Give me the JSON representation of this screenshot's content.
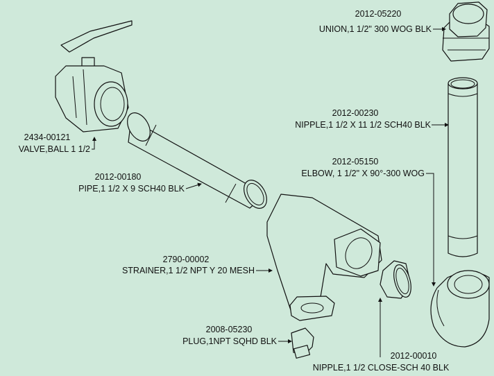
{
  "parts": [
    {
      "number": "2012-05220",
      "description": "UNION,1 1/2\" 300 WOG BLK"
    },
    {
      "number": "2012-00230",
      "description": "NIPPLE,1 1/2 X 11 1/2 SCH40 BLK"
    },
    {
      "number": "2012-05150",
      "description": "ELBOW, 1 1/2\" X 90°-300 WOG"
    },
    {
      "number": "2434-00121",
      "description": "VALVE,BALL 1 1/2"
    },
    {
      "number": "2012-00180",
      "description": "PIPE,1 1/2 X 9 SCH40 BLK"
    },
    {
      "number": "2790-00002",
      "description": "STRAINER,1 1/2 NPT Y  20 MESH"
    },
    {
      "number": "2008-05230",
      "description": "PLUG,1NPT SQHD BLK"
    },
    {
      "number": "2012-00010",
      "description": "NIPPLE,1 1/2 CLOSE-SCH 40 BLK"
    }
  ]
}
